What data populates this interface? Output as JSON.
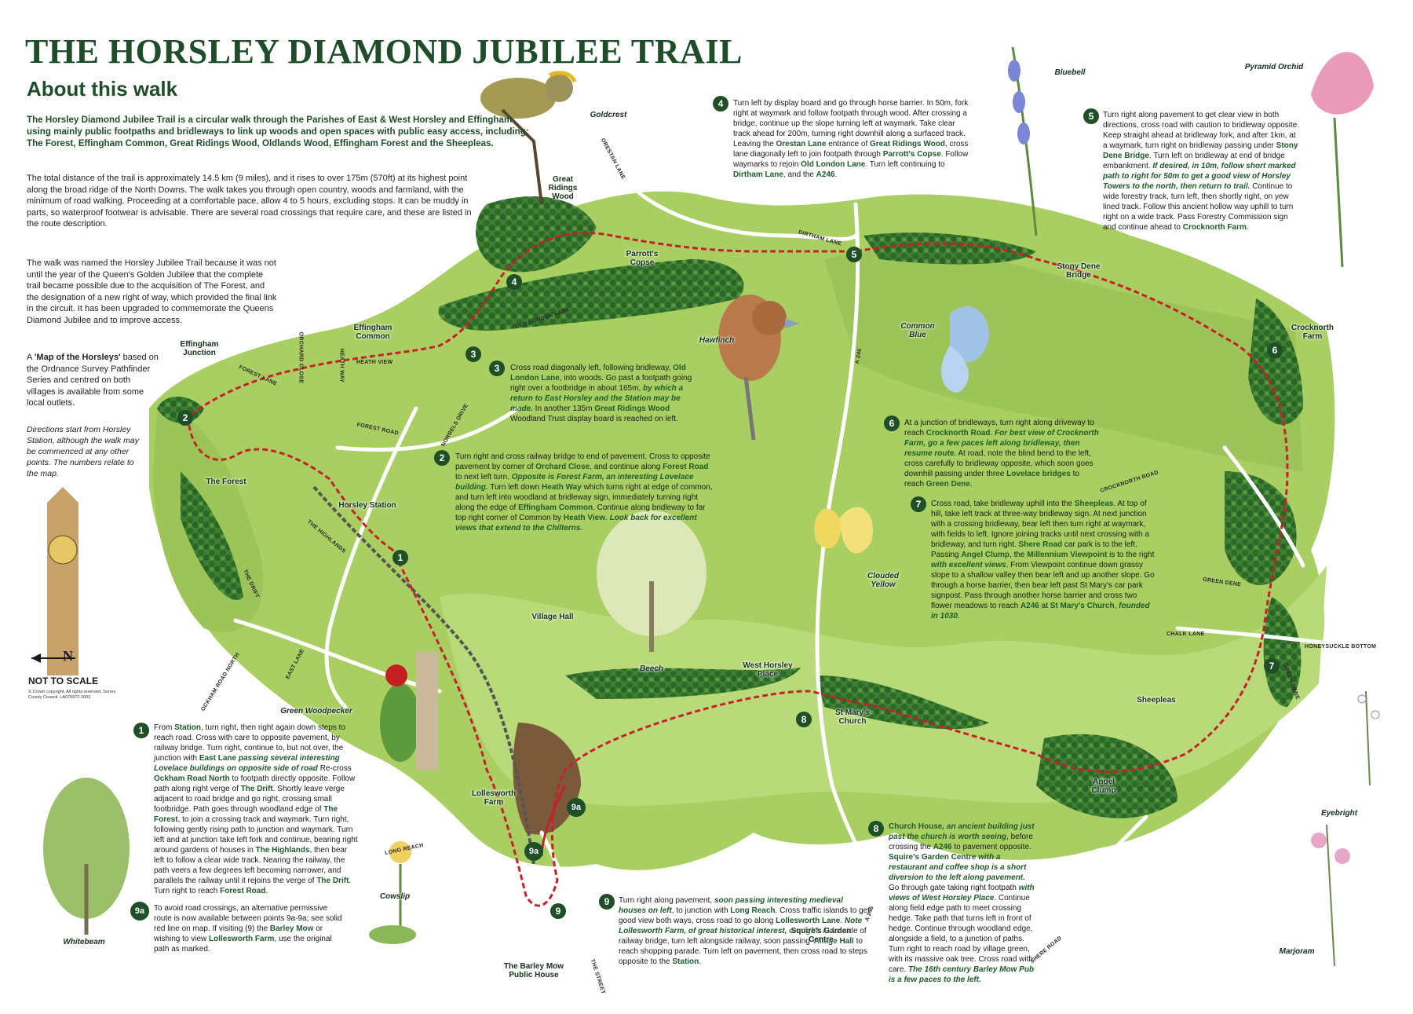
{
  "title": "THE HORSLEY DIAMOND JUBILEE TRAIL",
  "subtitle": "About this walk",
  "intro": {
    "lead": "The Horsley Diamond Jubilee Trail is a circular walk through the Parishes of East & West Horsley and Effingham using mainly public footpaths and bridleways to link up woods and open spaces with public easy access, including: The Forest, Effingham Common, Great Ridings Wood, Oldlands Wood, Effingham Forest and the Sheepleas.",
    "p1": "The total distance of the trail is approximately 14.5 km (9 miles), and it rises to over 175m (570ft) at its highest point along the broad ridge of the North Downs. The walk takes you through open country, woods and farmland, with the minimum of road walking. Proceeding at a comfortable pace, allow 4 to 5 hours, excluding stops. It can be muddy in parts, so waterproof footwear is advisable. There are several road crossings that require care, and these are listed in the route description.",
    "p2": "The walk was named the Horsley Jubilee Trail because it was not until the year of the Queen's Golden Jubilee that the complete trail became possible due to the acquisition of The Forest, and the designation of a new right of way, which provided the final link in the circuit. It has been upgraded to commemorate the Queens Diamond Jubilee and to improve access.",
    "p3a": "A ",
    "p3b": "'Map of the Horsleys'",
    "p3c": " based on the Ordnance Survey Pathfinder Series and centred on both villages is available from some local outlets.",
    "p4": "Directions start from Horsley Station, although the walk may be commenced at any other points. The numbers relate to the map."
  },
  "legend": {
    "not_to_scale": "NOT TO SCALE",
    "north": "N",
    "copyright": "© Crown copyright. All rights reserved. Surrey County Council. LA076872 2003"
  },
  "steps": {
    "s1": {
      "num": "1",
      "parts": [
        [
          "t",
          "From "
        ],
        [
          "p",
          "Station"
        ],
        [
          "t",
          ", turn right, then right again down steps to reach road. Cross with care to opposite pavement, by railway bridge. Turn right, continue to, but not over, the junction with "
        ],
        [
          "p",
          "East Lane"
        ],
        [
          "h",
          " passing several interesting Lovelace buildings on opposite side of road"
        ],
        [
          "t",
          " Re-cross "
        ],
        [
          "p",
          "Ockham Road North"
        ],
        [
          "t",
          " to footpath directly opposite. Follow path along right verge of "
        ],
        [
          "p",
          "The Drift"
        ],
        [
          "t",
          ". Shortly leave verge adjacent to road bridge and go right, crossing small footbridge. Path goes through woodland edge of "
        ],
        [
          "p",
          "The Forest"
        ],
        [
          "t",
          ", to join a crossing track and waymark. Turn right, following gently rising path to junction and waymark. Turn left and at junction take left fork and continue, bearing right around gardens of houses in "
        ],
        [
          "p",
          "The Highlands"
        ],
        [
          "t",
          ", then bear left to follow a clear wide track. Nearing the railway, the path veers a few degrees left becoming narrower, and parallels the railway until it rejoins the verge of "
        ],
        [
          "p",
          "The Drift"
        ],
        [
          "t",
          ". Turn right to reach "
        ],
        [
          "p",
          "Forest Road"
        ],
        [
          "t",
          "."
        ]
      ]
    },
    "s9a": {
      "num": "9a",
      "parts": [
        [
          "t",
          "To avoid road crossings, an alternative permissive route is now available between points 9a-9a; see solid red line on map. If visiting (9) the "
        ],
        [
          "p",
          "Barley Mow"
        ],
        [
          "t",
          " or wishing to view "
        ],
        [
          "p",
          "Lollesworth Farm"
        ],
        [
          "t",
          ", use the original path as marked."
        ]
      ]
    },
    "s2": {
      "num": "2",
      "parts": [
        [
          "t",
          "Turn right and cross railway bridge to end of pavement. Cross to opposite pavement by corner of "
        ],
        [
          "p",
          "Orchard Close"
        ],
        [
          "t",
          ", and continue along "
        ],
        [
          "p",
          "Forest Road"
        ],
        [
          "t",
          " to next left turn. "
        ],
        [
          "h",
          "Opposite is Forest Farm, an interesting Lovelace building."
        ],
        [
          "t",
          " Turn left down "
        ],
        [
          "p",
          "Heath Way"
        ],
        [
          "t",
          " which turns right at edge of common, and turn left into woodland at bridleway sign, immediately turning right along the edge of "
        ],
        [
          "p",
          "Effingham Common"
        ],
        [
          "t",
          ". Continue along bridleway to far top right corner of Common by "
        ],
        [
          "p",
          "Heath View"
        ],
        [
          "t",
          ". "
        ],
        [
          "h",
          "Look back for excellent views that extend to the Chilterns."
        ]
      ]
    },
    "s3": {
      "num": "3",
      "parts": [
        [
          "t",
          "Cross road diagonally left, following bridleway, "
        ],
        [
          "p",
          "Old London Lane"
        ],
        [
          "t",
          ", into woods. Go past a footpath going right over a footbridge in about 165m, "
        ],
        [
          "h",
          "by which a return to East Horsley and the Station may be made."
        ],
        [
          "t",
          " In another 135m "
        ],
        [
          "p",
          "Great Ridings Wood"
        ],
        [
          "t",
          " Woodland Trust display board is reached on left."
        ]
      ]
    },
    "s4": {
      "num": "4",
      "parts": [
        [
          "t",
          "Turn left by display board and go through horse barrier. In 50m, fork right at waymark and follow footpath through wood. After crossing a bridge, continue up the slope turning left at waymark. Take clear track ahead for 200m, turning right downhill along a surfaced track. Leaving the "
        ],
        [
          "p",
          "Orestan Lane"
        ],
        [
          "t",
          " entrance of "
        ],
        [
          "p",
          "Great Ridings Wood"
        ],
        [
          "t",
          ", cross lane diagonally left to join footpath through "
        ],
        [
          "p",
          "Parrott's Copse"
        ],
        [
          "t",
          ". Follow waymarks to rejoin "
        ],
        [
          "p",
          "Old London Lane"
        ],
        [
          "t",
          ". Turn left continuing to "
        ],
        [
          "p",
          "Dirtham Lane"
        ],
        [
          "t",
          ", and the "
        ],
        [
          "p",
          "A246"
        ],
        [
          "t",
          "."
        ]
      ]
    },
    "s5": {
      "num": "5",
      "parts": [
        [
          "t",
          "Turn right along pavement to get clear view in both directions, cross road with caution to bridleway opposite. Keep straight ahead at bridleway fork, and after 1km, at a waymark, turn right on bridleway passing under "
        ],
        [
          "p",
          "Stony Dene Bridge"
        ],
        [
          "t",
          ". Turn left on bridleway at end of bridge embankment. "
        ],
        [
          "h",
          "If desired, in 10m, follow short marked path to right for 50m to get a good view of Horsley Towers to the north, then return to trail."
        ],
        [
          "t",
          " Continue to wide forestry track, turn left, then shortly right, on yew lined track. Follow this ancient hollow way uphill to turn right on a wide track. Pass Forestry Commission sign and continue ahead to "
        ],
        [
          "p",
          "Crocknorth Farm"
        ],
        [
          "t",
          "."
        ]
      ]
    },
    "s6": {
      "num": "6",
      "parts": [
        [
          "t",
          "At a junction of bridleways, turn right along driveway to reach "
        ],
        [
          "p",
          "Crocknorth Road"
        ],
        [
          "t",
          ". "
        ],
        [
          "h",
          "For best view of Crocknorth Farm, go a few paces left along bridleway, then resume route."
        ],
        [
          "t",
          " At road, note the blind bend to the left, cross carefully to bridleway opposite, which soon goes downhill passing under three "
        ],
        [
          "p",
          "Lovelace bridges"
        ],
        [
          "t",
          " to reach "
        ],
        [
          "p",
          "Green Dene"
        ],
        [
          "t",
          "."
        ]
      ]
    },
    "s7": {
      "num": "7",
      "parts": [
        [
          "t",
          "Cross road, take bridleway uphill into the "
        ],
        [
          "p",
          "Sheepleas"
        ],
        [
          "t",
          ". At top of hill, take left track at three-way bridleway sign. At next junction with a crossing bridleway, bear left then turn right at waymark, with fields to left. Ignore joining tracks until next crossing with a bridleway, and turn right. "
        ],
        [
          "p",
          "Shere Road"
        ],
        [
          "t",
          " car park is to the left. Passing "
        ],
        [
          "p",
          "Angel Clump"
        ],
        [
          "t",
          ", the "
        ],
        [
          "p",
          "Millennium Viewpoint"
        ],
        [
          "t",
          " is to the right "
        ],
        [
          "h",
          "with excellent views"
        ],
        [
          "t",
          ". From Viewpoint continue down grassy slope to a shallow valley then bear left and up another slope. Go through a horse barrier, then bear left past St Mary's car park signpost. Pass through another horse barrier and cross two flower meadows to reach "
        ],
        [
          "p",
          "A246"
        ],
        [
          "t",
          " at "
        ],
        [
          "p",
          "St Mary's Church"
        ],
        [
          "t",
          ", "
        ],
        [
          "h",
          "founded in 1030"
        ],
        [
          "t",
          "."
        ]
      ]
    },
    "s8": {
      "num": "8",
      "parts": [
        [
          "p",
          "Church House"
        ],
        [
          "h",
          ", an ancient building just past the church is worth seeing"
        ],
        [
          "t",
          ", before crossing the "
        ],
        [
          "p",
          "A246"
        ],
        [
          "t",
          " to pavement opposite. "
        ],
        [
          "p",
          "Squire's Garden Centre"
        ],
        [
          "h",
          " with a restaurant and coffee shop is a short diversion to the left along pavement."
        ],
        [
          "t",
          " Go through gate taking right footpath "
        ],
        [
          "h",
          "with views of West Horsley Place"
        ],
        [
          "t",
          ". Continue along field edge path to meet crossing hedge. Take path that turns left in front of hedge. Continue through woodland edge, alongside a field, to a junction of paths. Turn right to reach road by village green, with its massive oak tree. Cross road with care. "
        ],
        [
          "h",
          "The 16th century Barley Mow Pub is a few paces to the left."
        ]
      ]
    },
    "s9": {
      "num": "9",
      "parts": [
        [
          "t",
          "Turn right along pavement, "
        ],
        [
          "h",
          "soon passing interesting medieval houses on left"
        ],
        [
          "t",
          ", to junction with "
        ],
        [
          "p",
          "Long Reach"
        ],
        [
          "t",
          ". Cross traffic islands to get good view both ways, cross road to go along "
        ],
        [
          "p",
          "Lollesworth Lane"
        ],
        [
          "t",
          ". "
        ],
        [
          "h",
          "Note Lollesworth Farm, of great historical interest, on right."
        ],
        [
          "t",
          " At far side of railway bridge, turn left alongside railway, soon passing "
        ],
        [
          "p",
          "Village Hall"
        ],
        [
          "t",
          " to reach shopping parade. Turn left on pavement, then cross road to steps opposite to the "
        ],
        [
          "p",
          "Station"
        ],
        [
          "t",
          "."
        ]
      ]
    }
  },
  "places": {
    "effingham_common": "Effingham Common",
    "effingham_junction": "Effingham Junction",
    "great_ridings": "Great Ridings Wood",
    "parrotts_copse": "Parrott's Copse",
    "stony_dene": "Stony Dene Bridge",
    "crocknorth_farm": "Crocknorth Farm",
    "the_forest": "The Forest",
    "horsley_station": "Horsley Station",
    "village_hall": "Village Hall",
    "west_horsley_place": "West Horsley Place",
    "st_marys": "St Mary's Church",
    "sheepleas": "Sheepleas",
    "angel_clump": "Angel Clump",
    "lollesworth_farm": "Lollesworth Farm",
    "barley_mow": "The Barley Mow Public House",
    "squires": "Squire's Garden Centre"
  },
  "roads": {
    "orestan_lane": "ORESTAN LANE",
    "old_london_lane": "OLD LONDON LANE",
    "dirtham_lane": "DIRTHAM LANE",
    "forest_lane": "FOREST LANE",
    "orchard_close": "ORCHARD CLOSE",
    "heath_way": "HEATH WAY",
    "heath_view": "HEATH VIEW",
    "forest_road": "FOREST ROAD",
    "norrels_drive": "NORRELS DRIVE",
    "the_highlands": "THE HIGHLANDS",
    "the_drift": "THE DRIFT",
    "ockham_road_north": "OCKHAM ROAD NORTH",
    "east_lane": "EAST LANE",
    "long_reach": "LONG REACH",
    "the_street": "THE STREET",
    "a246_a": "A 246",
    "a246_b": "A 246",
    "crocknorth_road": "CROCKNORTH ROAD",
    "green_dene": "GREEN DENE",
    "green_dene2": "GREEN DENE",
    "chalk_lane": "CHALK LANE",
    "honeysuckle_bottom": "HONEYSUCKLE BOTTOM",
    "shere_road": "SHERE ROAD"
  },
  "nature": {
    "goldcrest": "Goldcrest",
    "bluebell": "Bluebell",
    "pyramid_orchid": "Pyramid Orchid",
    "hawfinch": "Hawfinch",
    "common_blue": "Common Blue",
    "clouded_yellow": "Clouded Yellow",
    "beech": "Beech",
    "green_woodpecker": "Green Woodpecker",
    "whitebeam": "Whitebeam",
    "cowslip": "Cowslip",
    "eyebright": "Eyebright",
    "marjoram": "Marjoram"
  },
  "waypoints": {
    "p1": "1",
    "p2": "2",
    "p3": "3",
    "p4": "4",
    "p5": "5",
    "p6": "6",
    "p7": "7",
    "p8": "8",
    "p9": "9",
    "p9a1": "9a",
    "p9a2": "9a"
  },
  "colors": {
    "title": "#1f4d2a",
    "route": "#c8202a",
    "field": "#a9cf63",
    "wood": "#2f6b2c",
    "waypoint": "#1e4f27"
  }
}
